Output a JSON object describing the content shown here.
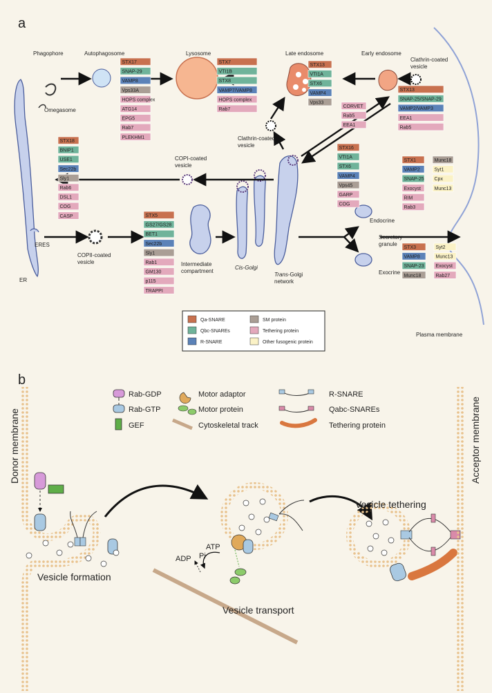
{
  "panels": {
    "a": "a",
    "b": "b"
  },
  "panel_a": {
    "organelles": {
      "phagophore": "Phagophore",
      "omegasome": "Omegasome",
      "autophagosome": "Autophagosome",
      "lysosome": "Lysosome",
      "late_endosome": "Late endosome",
      "early_endosome": "Early endosome",
      "clathrin_vesicle_top": "Clathrin-coated vesicle",
      "clathrin_vesicle_mid": "Clathrin-coated vesicle",
      "copi_vesicle": "COPI-coated vesicle",
      "copii_vesicle": "COPII-coated vesicle",
      "eres": "ERES",
      "er": "ER",
      "intermediate": "Intermediate compartment",
      "cis_golgi": "Cis-Golgi",
      "trans_golgi": "Trans-Golgi network",
      "endocrine": "Endocrine",
      "exocrine": "Exocrine",
      "secretory_granule": "Secretory granule",
      "plasma_membrane": "Plasma membrane"
    },
    "protein_boxes": {
      "autophagosome": [
        {
          "text": "STX17",
          "type": "qa"
        },
        {
          "text": "SNAP-29",
          "type": "qbc"
        },
        {
          "text": "VAMP8",
          "type": "rs"
        },
        {
          "text": "Vps33A",
          "type": "sm"
        },
        {
          "text": "HOPS complex",
          "type": "teth"
        },
        {
          "text": "ATG14",
          "type": "teth"
        },
        {
          "text": "EPG5",
          "type": "teth"
        },
        {
          "text": "Rab7",
          "type": "teth"
        },
        {
          "text": "PLEKHM1",
          "type": "teth"
        }
      ],
      "lysosome": [
        {
          "text": "STX7",
          "type": "qa"
        },
        {
          "text": "VTI1B",
          "type": "qbc"
        },
        {
          "text": "STX8",
          "type": "qbc"
        },
        {
          "text": "VAMP7/VAMP8",
          "type": "rs"
        },
        {
          "text": "HOPS complex",
          "type": "teth"
        },
        {
          "text": "Rab7",
          "type": "teth"
        }
      ],
      "late_endosome_left": [
        {
          "text": "STX13",
          "type": "qa"
        },
        {
          "text": "VTI1A",
          "type": "qbc"
        },
        {
          "text": "STX6",
          "type": "qbc"
        },
        {
          "text": "VAMP4",
          "type": "rs"
        },
        {
          "text": "Vps33",
          "type": "sm"
        }
      ],
      "late_endosome_right": [
        {
          "text": "CORVET",
          "type": "teth"
        },
        {
          "text": "Rab5",
          "type": "teth"
        },
        {
          "text": "EEA1",
          "type": "teth"
        }
      ],
      "early_endosome": [
        {
          "text": "STX13",
          "type": "qa"
        },
        {
          "text": "SNAP-25/SNAP-29",
          "type": "qbc"
        },
        {
          "text": "VAMP2/VAMP3",
          "type": "rs"
        },
        {
          "text": "EEA1",
          "type": "teth"
        },
        {
          "text": "Rab5",
          "type": "teth"
        }
      ],
      "copi": [
        {
          "text": "STX18",
          "type": "qa"
        },
        {
          "text": "BNIP1",
          "type": "qbc"
        },
        {
          "text": "USE1",
          "type": "qbc"
        },
        {
          "text": "Sec22b",
          "type": "rs"
        },
        {
          "text": "Sly1",
          "type": "sm"
        },
        {
          "text": "Rab6",
          "type": "teth"
        },
        {
          "text": "DSL1",
          "type": "teth"
        },
        {
          "text": "COG",
          "type": "teth"
        },
        {
          "text": "CASP",
          "type": "teth"
        }
      ],
      "copii": [
        {
          "text": "STX5",
          "type": "qa"
        },
        {
          "text": "GS27/GS28",
          "type": "qbc"
        },
        {
          "text": "BET1",
          "type": "qbc"
        },
        {
          "text": "Sec22b",
          "type": "rs"
        },
        {
          "text": "Sly1",
          "type": "sm"
        },
        {
          "text": "Rab1",
          "type": "teth"
        },
        {
          "text": "GM130",
          "type": "teth"
        },
        {
          "text": "p115",
          "type": "teth"
        },
        {
          "text": "TRAPPI",
          "type": "teth"
        }
      ],
      "tgn": [
        {
          "text": "STX16",
          "type": "qa"
        },
        {
          "text": "VTI1A",
          "type": "qbc"
        },
        {
          "text": "STX6",
          "type": "qbc"
        },
        {
          "text": "VAMP4",
          "type": "rs"
        },
        {
          "text": "Vps45",
          "type": "sm"
        },
        {
          "text": "GARP",
          "type": "teth"
        },
        {
          "text": "COG",
          "type": "teth"
        }
      ],
      "endocrine_left": [
        {
          "text": "STX1",
          "type": "qa"
        },
        {
          "text": "VAMP2",
          "type": "rs"
        },
        {
          "text": "SNAP-25",
          "type": "qbc"
        },
        {
          "text": "Exocyst",
          "type": "teth"
        },
        {
          "text": "RIM",
          "type": "teth"
        },
        {
          "text": "Rab3",
          "type": "teth"
        }
      ],
      "endocrine_right": [
        {
          "text": "Munc18",
          "type": "sm"
        },
        {
          "text": "Syt1",
          "type": "fus"
        },
        {
          "text": "Cpx",
          "type": "fus"
        },
        {
          "text": "Munc13",
          "type": "fus"
        }
      ],
      "exocrine_left": [
        {
          "text": "STX3",
          "type": "qa"
        },
        {
          "text": "VAMP8",
          "type": "rs"
        },
        {
          "text": "SNAP-23",
          "type": "qbc"
        },
        {
          "text": "Munc18",
          "type": "sm"
        }
      ],
      "exocrine_right": [
        {
          "text": "Syt2",
          "type": "fus"
        },
        {
          "text": "Munc13",
          "type": "fus"
        },
        {
          "text": "Exocyst",
          "type": "teth"
        },
        {
          "text": "Rab27",
          "type": "teth"
        }
      ]
    },
    "legend": [
      {
        "text": "Qa-SNARE",
        "type": "qa"
      },
      {
        "text": "SM protein",
        "type": "sm"
      },
      {
        "text": "Qbc-SNAREs",
        "type": "qbc"
      },
      {
        "text": "Tethering protein",
        "type": "teth"
      },
      {
        "text": "R-SNARE",
        "type": "rs"
      },
      {
        "text": "Other fusogenic protein",
        "type": "fus"
      }
    ]
  },
  "panel_b": {
    "legend": {
      "rab_gdp": "Rab-GDP",
      "rab_gtp": "Rab-GTP",
      "gef": "GEF",
      "motor_adaptor": "Motor adaptor",
      "motor_protein": "Motor protein",
      "cytoskeletal_track": "Cytoskeletal track",
      "r_snare": "R-SNARE",
      "qabc_snares": "Qabc-SNAREs",
      "tethering_protein": "Tethering protein"
    },
    "labels": {
      "donor_membrane": "Donor membrane",
      "acceptor_membrane": "Acceptor membrane",
      "vesicle_formation": "Vesicle formation",
      "vesicle_transport": "Vesicle transport",
      "vesicle_tethering": "Vesicle tethering",
      "adp": "ADP",
      "pi": "Pi",
      "atp": "ATP"
    }
  },
  "colors": {
    "qa": "#c8714f",
    "qbc": "#6fb39a",
    "r_snare": "#5b82b8",
    "sm": "#aa9e95",
    "tethering": "#e3a9bc",
    "fusogenic": "#fbf2c6",
    "membrane_fill": "#c7d1ec",
    "membrane_stroke": "#4a5d9c",
    "lipid": "#e8c28d",
    "rab_gdp": "#d79ad9",
    "rab_gtp": "#a9c9e2",
    "gef": "#5fae48",
    "motor_adaptor": "#e0a95b",
    "motor_protein": "#8ccb6a",
    "track": "#c7a88a",
    "tether": "#d9773f"
  }
}
